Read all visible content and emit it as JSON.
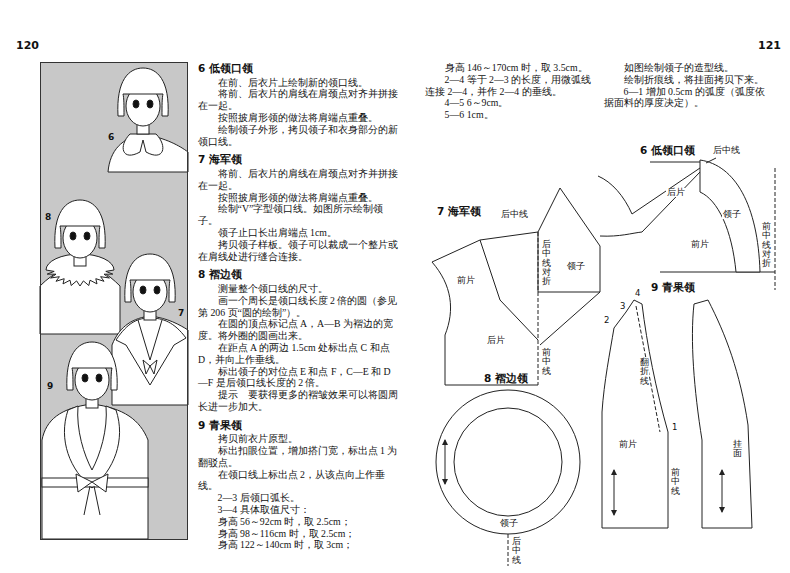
{
  "diagram": {
    "nodes": [
      {
        "text": [
          "6",
          "8",
          "7",
          "9"
        ]
      }
    ],
    "labels": [
      "120",
      "121",
      "6 低领口领",
      "在前、后衣片上绘制新的领口线。",
      "将前、后衣片的肩线在肩颈点对齐并拼接在一起。",
      "按照披肩形领的做法将肩端点重叠。",
      "绘制领子外形，拷贝领子和衣身部分的新领口线。",
      "7 海军领",
      "将前、后衣片的肩线在肩颈点对齐并拼接在一起。",
      "按照披肩形领的做法将肩端点重叠。",
      "绘制“V”字型领口线。如图所示绘制领子。",
      "领子止口长出肩端点 1cm。",
      "拷贝领子样板。领子可以裁成一个整片或在肩线处进行缝合连接。",
      "8 褶边领",
      "测量整个领口线的尺寸。",
      "画一个周长是领口线长度 2 倍的圆（参见第 206 页“圆的绘制”）。",
      "在圆的顶点标记点 A，A—B 为褶边的宽度。将外圈的圆画出来。",
      "在距点 A 的两边 1.5cm 处标出点 C 和点 D，并向上作垂线。",
      "标出领子的对位点 E 和点 F，C—E 和 D—F 是后领口线长度的 2 倍。",
      "提示　要获得更多的褶皱效果可以将圆周长进一步加大。",
      "9 青果领",
      "拷贝前衣片原型。",
      "标出扣眼位置，增加搭门宽，标出点 1 为翻驳点。",
      "在领口线上标出点 2，从该点向上作垂线。",
      "2—3 后领口弧长。",
      "3—4 具体取值尺寸：",
      "身高 56～92cm 时，取 2.5cm；",
      "身高 98～116cm 时，取 2.5cm；",
      "身高 122～140cm 时，取 3cm；",
      "身高 146～170cm 时，取 3.5cm。",
      "2—4 等于 2—3 的长度，用微弧线连接 2—4，并作 2—4 的垂线。",
      "4—5 6～9cm。",
      "5—6 1cm。",
      "如图绘制领子的造型线。",
      "绘制折痕线，将挂面拷贝下来。",
      "6—1 增加 0.5cm 的弧度（弧度依据面料的厚度决定）。",
      "6 低领口领",
      "7 海军领",
      "8 褶边领",
      "9 青果领",
      "后中线",
      "后片",
      "领子",
      "前片",
      "前中线对折",
      "后中线",
      "前片",
      "后中线对折",
      "领子",
      "后片",
      "前中线",
      "领子",
      "后中线",
      "4",
      "3",
      "2",
      "1",
      "前片",
      "翻折线",
      "前中线",
      "挂面"
    ]
  }
}
